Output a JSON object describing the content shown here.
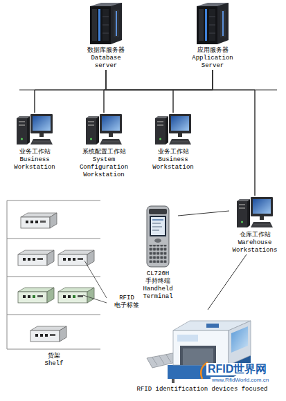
{
  "diagram": {
    "nodes": [
      {
        "text": [
          "数据库服务器",
          "Database server"
        ]
      },
      {
        "text": [
          "应用服务器",
          "Application Server"
        ]
      },
      {
        "text": [
          "业务工作站",
          "Business Workstation"
        ]
      },
      {
        "text": [
          "系统配置工作站",
          "System Configuration Workstation"
        ]
      },
      {
        "text": [
          "业务工作站",
          "Business Workstation"
        ]
      },
      {
        "text": [
          "仓库工作站",
          "Warehouse Workstations"
        ]
      },
      {
        "text": [
          "CL720H",
          "手持终端",
          "Handheld Terminal"
        ]
      },
      {
        "text": [
          "货架",
          "Shelf"
        ]
      },
      {
        "text": [
          "RFID identification devices focused"
        ]
      }
    ],
    "edges": [
      {
        "from": 0,
        "to": 1,
        "arrow": "none"
      },
      {
        "from": 0,
        "to": 2,
        "arrow": "none"
      },
      {
        "from": 0,
        "to": 3,
        "arrow": "none"
      },
      {
        "from": 0,
        "to": 4,
        "arrow": "none"
      },
      {
        "from": 0,
        "to": 5,
        "arrow": "none"
      },
      {
        "from": 1,
        "to": 2,
        "arrow": "none"
      },
      {
        "from": 1,
        "to": 3,
        "arrow": "none"
      },
      {
        "from": 1,
        "to": 4,
        "arrow": "none"
      },
      {
        "from": 1,
        "to": 5,
        "arrow": "none"
      },
      {
        "from": 6,
        "to": 5,
        "arrow": "none"
      },
      {
        "from": 5,
        "to": 8,
        "arrow": "none"
      }
    ],
    "labels": [
      "RFID 电子标签",
      "RFID世界网",
      "www.RfidWorld.com.cn"
    ]
  }
}
